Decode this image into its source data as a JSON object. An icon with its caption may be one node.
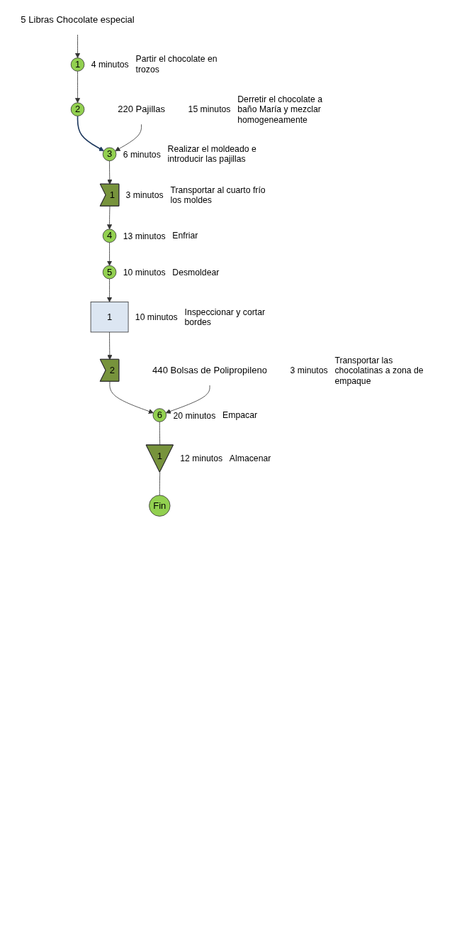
{
  "diagram": {
    "nodes": [
      {
        "text": [
          "5 Libras Chocolate especial"
        ]
      },
      {
        "text": [
          "1"
        ],
        "beside": [
          "4 minutos",
          "Partir el chocolate en trozos"
        ]
      },
      {
        "text": [
          "2"
        ],
        "beside": [
          "15 minutos",
          "Derretir el chocolate a baño María y mezclar homogeneamente"
        ]
      },
      {
        "text": [
          "220 Pajillas"
        ]
      },
      {
        "text": [
          "3"
        ],
        "beside": [
          "6 minutos",
          "Realizar el moldeado e introducir las pajillas"
        ]
      },
      {
        "text": [
          "1"
        ],
        "beside": [
          "3 minutos",
          "Transportar al cuarto frío los moldes"
        ]
      },
      {
        "text": [
          "4"
        ],
        "beside": [
          "13 minutos",
          "Enfriar"
        ]
      },
      {
        "text": [
          "5"
        ],
        "beside": [
          "10 minutos",
          "Desmoldear"
        ]
      },
      {
        "text": [
          "1"
        ],
        "beside": [
          "10 minutos",
          "Inspeccionar y cortar bordes"
        ]
      },
      {
        "text": [
          "2"
        ],
        "beside": [
          "3 minutos",
          "Transportar las chocolatinas a zona de empaque"
        ]
      },
      {
        "text": [
          "440 Bolsas de Polipropileno"
        ]
      },
      {
        "text": [
          "6"
        ],
        "beside": [
          "20 minutos",
          "Empacar"
        ]
      },
      {
        "text": [
          "1"
        ],
        "beside": [
          "12 minutos",
          "Almacenar"
        ]
      },
      {
        "text": [
          "Fin"
        ]
      }
    ],
    "edges": [
      {
        "from": 0,
        "to": 1,
        "arrow": "to"
      },
      {
        "from": 1,
        "to": 2,
        "arrow": "to"
      },
      {
        "from": 2,
        "to": 4,
        "arrow": "to",
        "color": "#1f3a5f"
      },
      {
        "from": 3,
        "to": 4,
        "arrow": "to"
      },
      {
        "from": 4,
        "to": 5,
        "arrow": "to"
      },
      {
        "from": 5,
        "to": 6,
        "arrow": "to"
      },
      {
        "from": 6,
        "to": 7,
        "arrow": "to"
      },
      {
        "from": 7,
        "to": 8,
        "arrow": "to"
      },
      {
        "from": 8,
        "to": 9,
        "arrow": "to"
      },
      {
        "from": 9,
        "to": 11,
        "arrow": "to"
      },
      {
        "from": 10,
        "to": 11,
        "arrow": "to"
      },
      {
        "from": 11,
        "to": 12,
        "arrow": "none"
      },
      {
        "from": 12,
        "to": 13,
        "arrow": "none"
      }
    ]
  }
}
